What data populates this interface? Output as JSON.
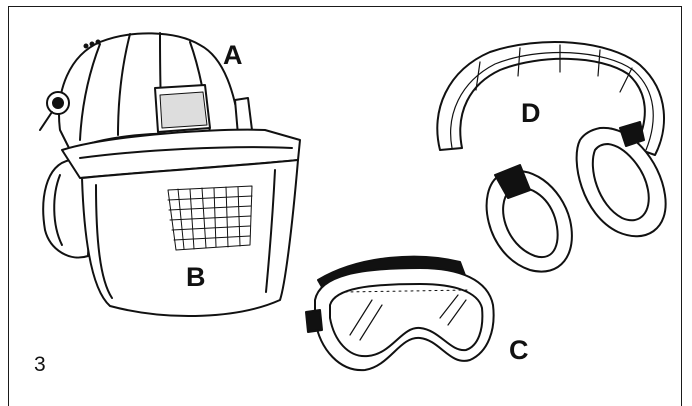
{
  "figure": {
    "number": "3",
    "labels": {
      "a": "A",
      "b": "B",
      "c": "C",
      "d": "D"
    },
    "items": {
      "a": "helmet-icon",
      "b": "face-visor-icon",
      "c": "safety-goggles-icon",
      "d": "ear-protectors-icon"
    }
  }
}
